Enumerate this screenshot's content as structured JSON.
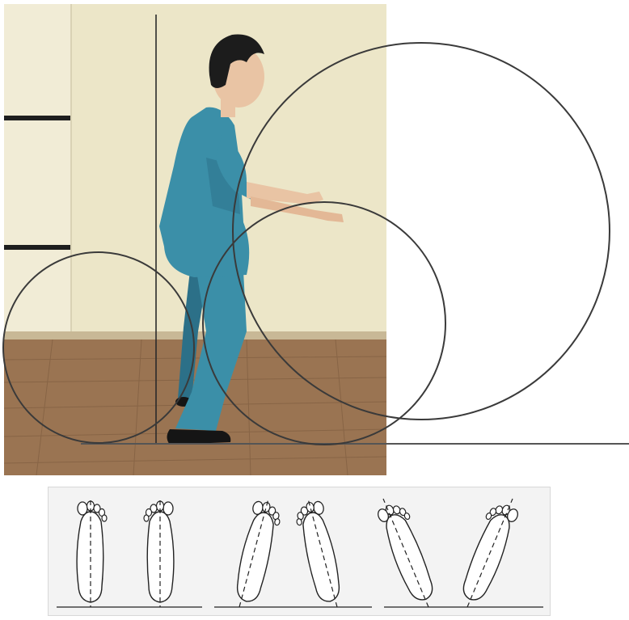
{
  "figure": {
    "panels": [
      {
        "name": "photo-panel",
        "content": "person-in-blue-scrubs-crouching-stance",
        "overlay": "three-circles-and-vertical-line"
      },
      {
        "name": "feet-panel",
        "content": "foot-orientation-pairs",
        "pair_count": 3
      }
    ]
  },
  "colors": {
    "wall": "#ece6c8",
    "wall_left": "#f1ecd6",
    "floor": "#9a7452",
    "floor_dark": "#7c5a3e",
    "scrubs": "#3b8fa8",
    "scrubs_shadow": "#2c7088",
    "skin": "#e9c4a4",
    "hair": "#1c1c1c",
    "shoe": "#151515",
    "line": "#333333",
    "panel_bg": "#f3f3f3"
  },
  "icons": {
    "foot": "foot-outline-icon"
  }
}
